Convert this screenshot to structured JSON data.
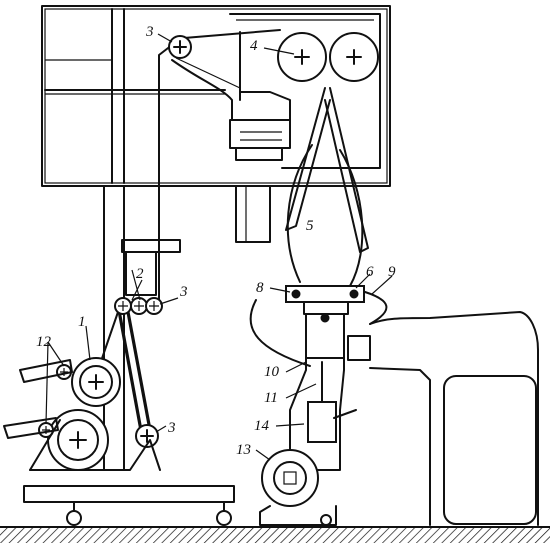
{
  "callouts": {
    "c1": "1",
    "c2": "2",
    "c3a": "3",
    "c3b": "3",
    "c3c": "3",
    "c4": "4",
    "c5": "5",
    "c6": "6",
    "c8": "8",
    "c9": "9",
    "c10": "10",
    "c11": "11",
    "c12": "12",
    "c13": "13",
    "c14": "14"
  }
}
